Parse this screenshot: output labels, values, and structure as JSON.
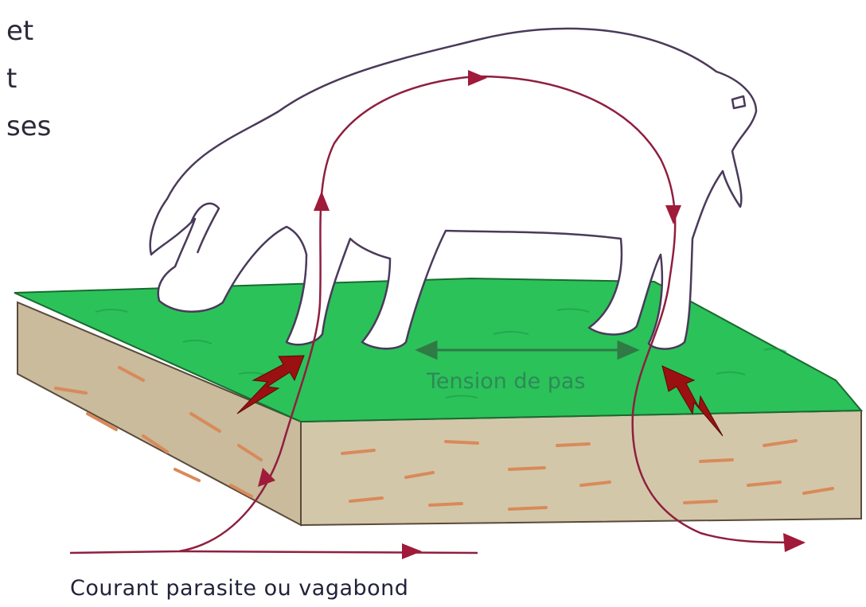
{
  "text_fragments": [
    "et",
    "t",
    "ses"
  ],
  "labels": {
    "tension": "Tension de pas",
    "caption": "Courant parasite ou vagabond"
  },
  "colors": {
    "grass": "#2bc25a",
    "soil": "#cfc3a6",
    "soil_streaks": "#d98a5a",
    "current_path": "#8f1f3f",
    "arrow_heads": "#a01a3a",
    "zap_arrows": "#9b1010",
    "tension_arrow": "#2f7a45",
    "animal_outline": "#4a3a5a"
  },
  "icons": {
    "animal": "pig-outline-icon",
    "zap": "lightning-arrow-icon"
  }
}
